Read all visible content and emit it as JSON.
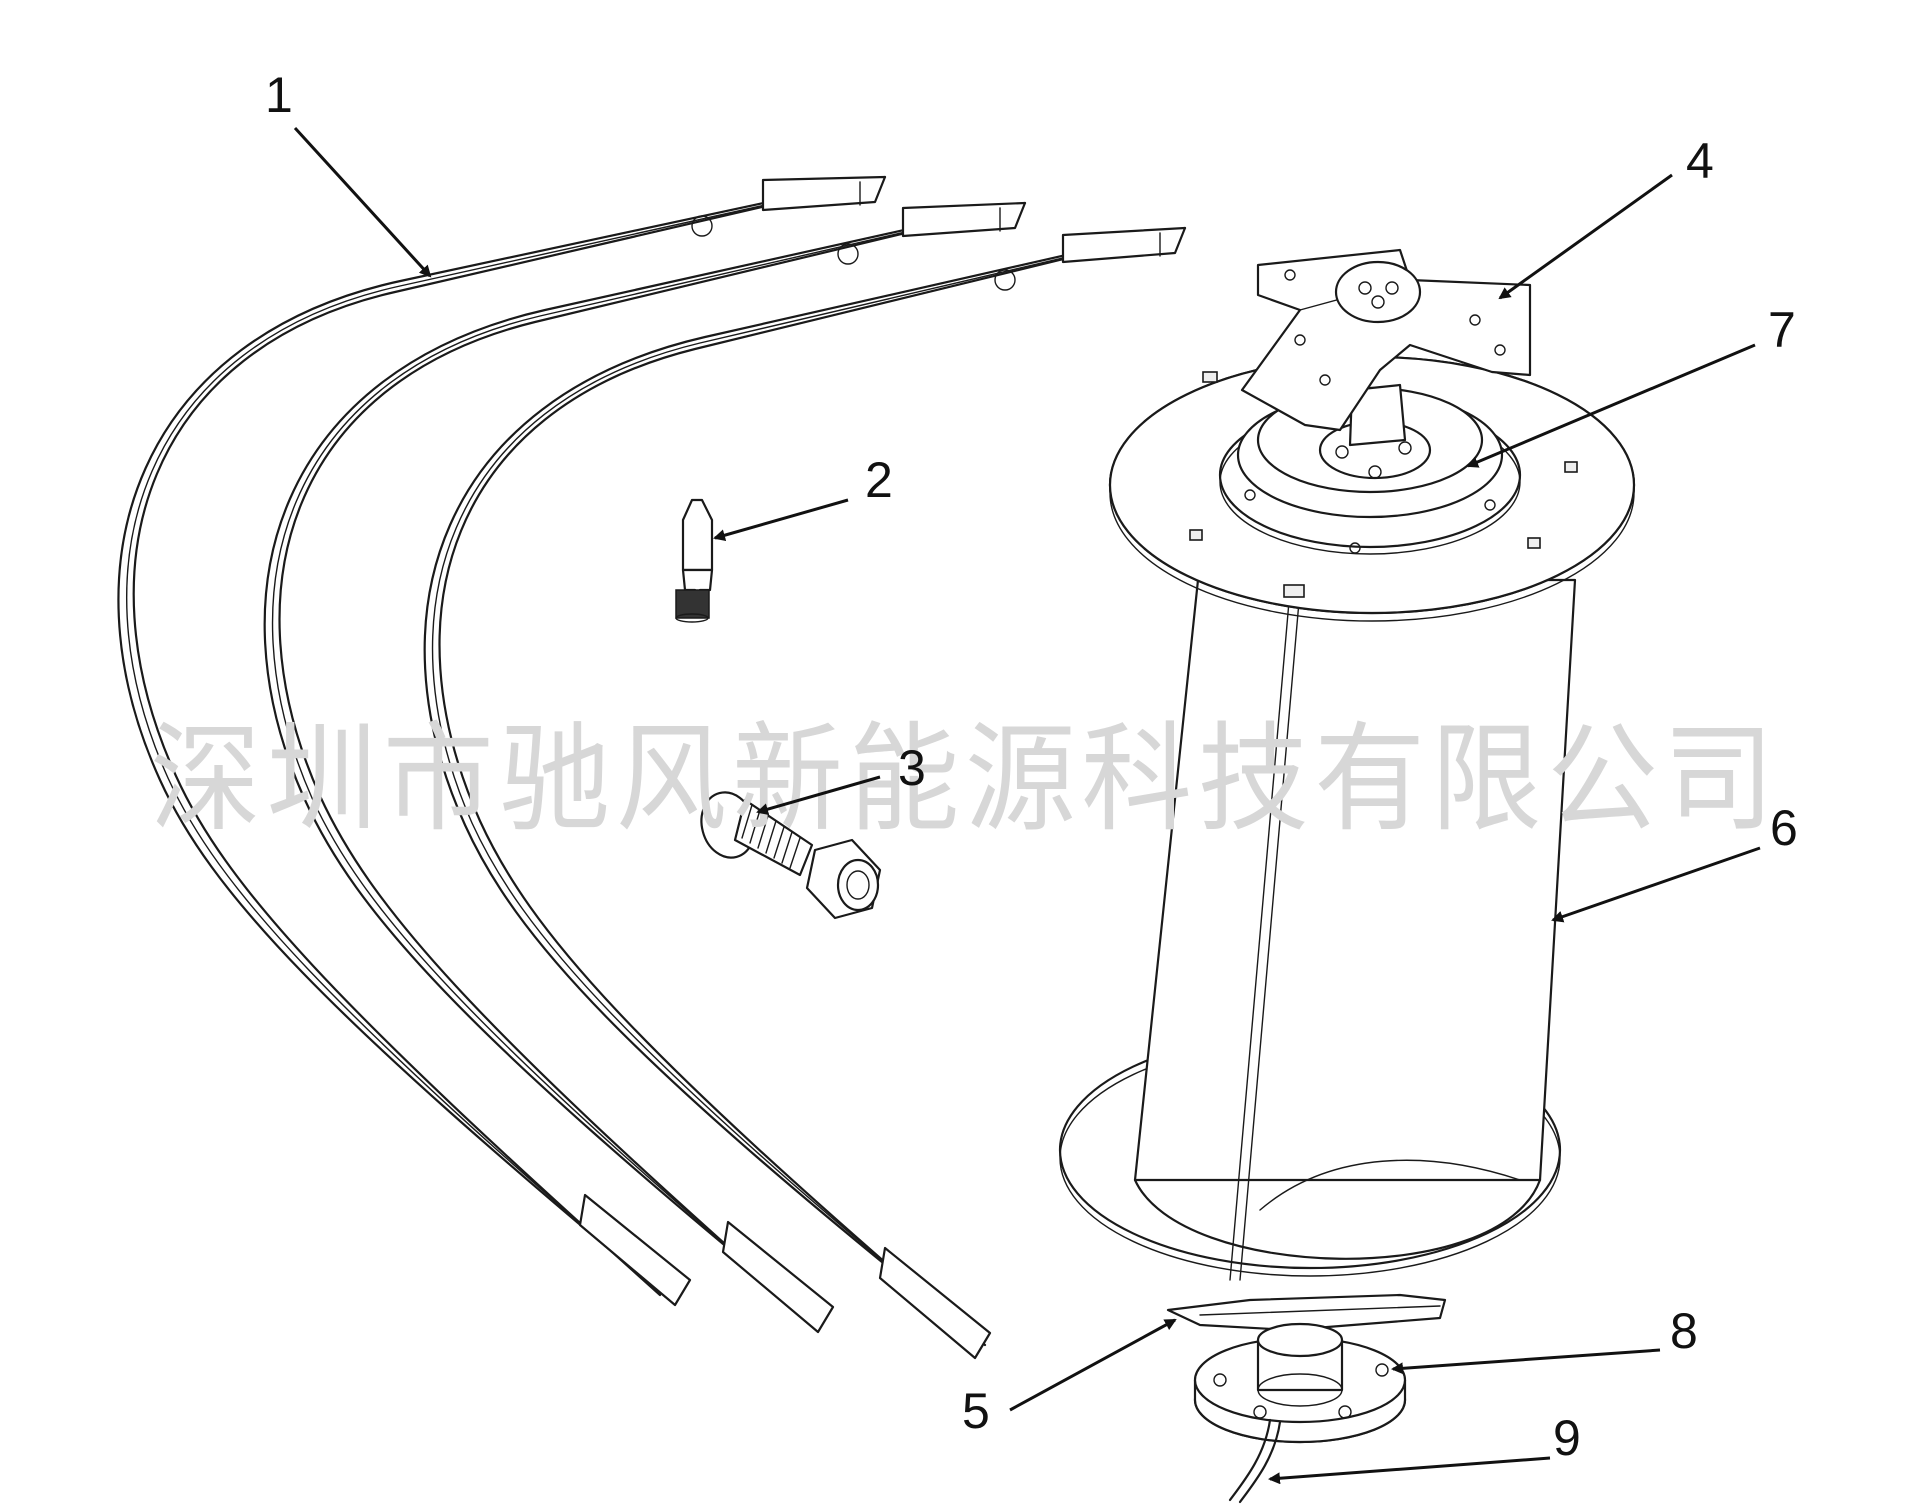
{
  "callouts": [
    {
      "id": "1",
      "label": "1"
    },
    {
      "id": "2",
      "label": "2"
    },
    {
      "id": "3",
      "label": "3"
    },
    {
      "id": "4",
      "label": "4"
    },
    {
      "id": "5",
      "label": "5"
    },
    {
      "id": "6",
      "label": "6"
    },
    {
      "id": "7",
      "label": "7"
    },
    {
      "id": "8",
      "label": "8"
    },
    {
      "id": "9",
      "label": "9"
    }
  ],
  "watermark": "深圳市驰风新能源科技有限公司",
  "colors": {
    "line": "#1a1a1a",
    "watermark": "#d7d7d7",
    "background": "#ffffff"
  }
}
